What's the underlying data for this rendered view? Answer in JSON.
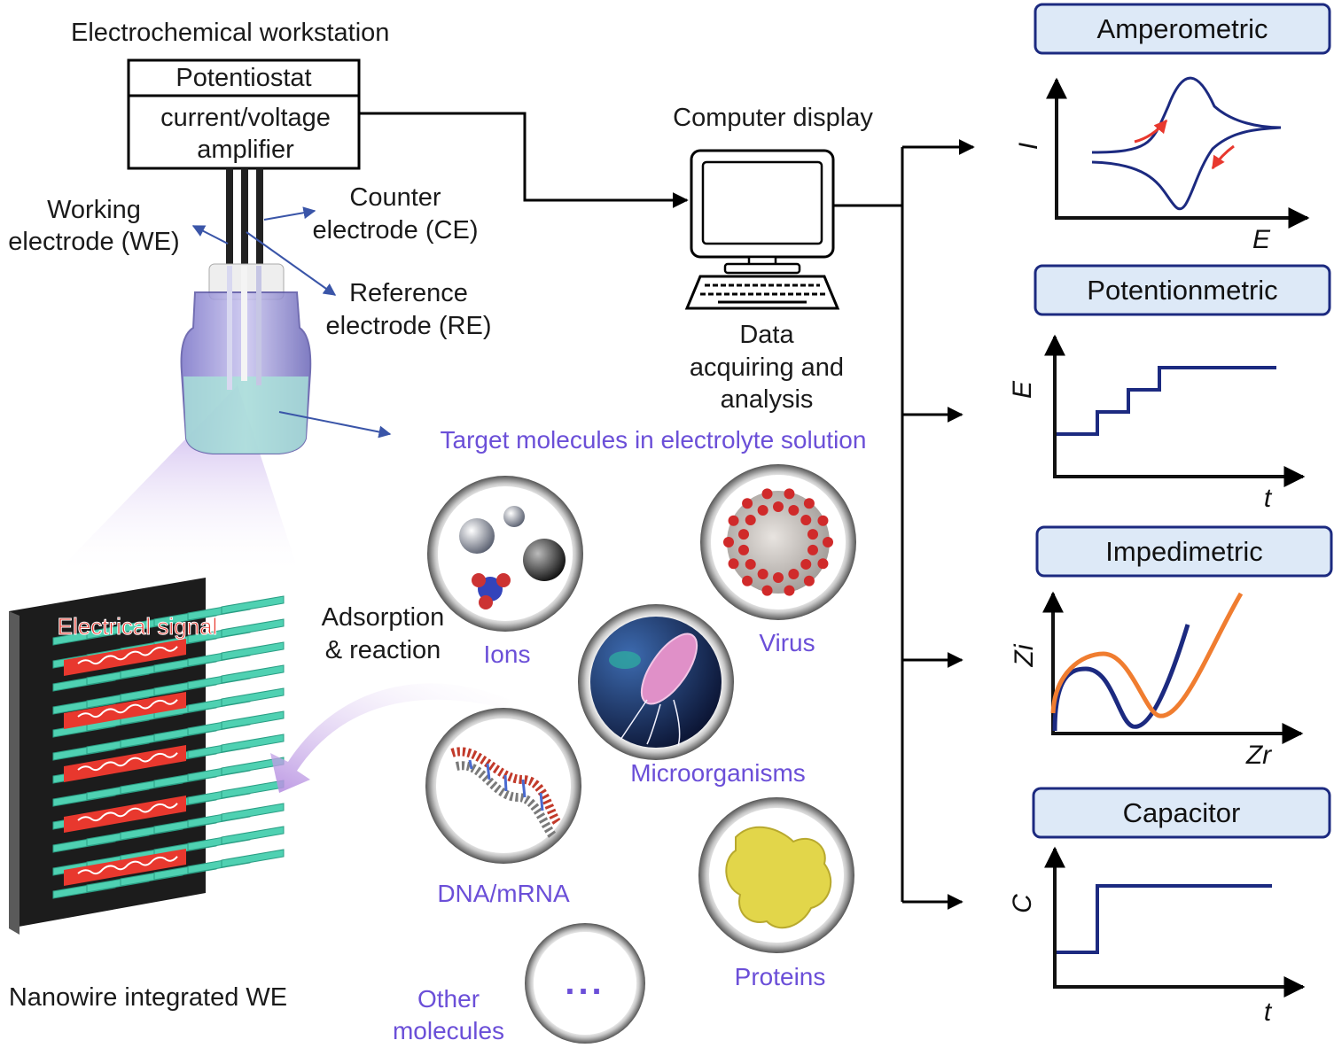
{
  "workstation": {
    "title": "Electrochemical workstation",
    "potentiostat": "Potentiostat",
    "amplifier_line1": "current/voltage",
    "amplifier_line2": "amplifier"
  },
  "electrodes": {
    "we_line1": "Working",
    "we_line2": "electrode (WE)",
    "ce_line1": "Counter",
    "ce_line2": "electrode (CE)",
    "re_line1": "Reference",
    "re_line2": "electrode (RE)"
  },
  "computer": {
    "title": "Computer display",
    "caption_line1": "Data",
    "caption_line2": "acquiring and",
    "caption_line3": "analysis"
  },
  "target_label": "Target molecules in electrolyte solution",
  "nanowire": {
    "signal_label": "Electrical signal",
    "adsorption_line1": "Adsorption",
    "adsorption_line2": "& reaction",
    "caption": "Nanowire integrated WE"
  },
  "molecules": {
    "ions": "Ions",
    "virus": "Virus",
    "microorganisms": "Microorganisms",
    "dna": "DNA/mRNA",
    "proteins": "Proteins",
    "other_line1": "Other",
    "other_line2": "molecules",
    "other_symbol": "..."
  },
  "methods": [
    {
      "title": "Amperometric",
      "ylabel": "I",
      "xlabel": "E"
    },
    {
      "title": "Potentionmetric",
      "ylabel": "E",
      "xlabel": "t"
    },
    {
      "title": "Impedimetric",
      "ylabel": "Zi",
      "xlabel": "Zr"
    },
    {
      "title": "Capacitor",
      "ylabel": "C",
      "xlabel": "t"
    }
  ],
  "colors": {
    "curve": "#1c2a80",
    "orange": "#f07d30",
    "red_arrow": "#e8382e",
    "purple_text": "#6b4fd8",
    "box_fill": "#dde9f7",
    "nanowire": "#4fd1b2"
  }
}
